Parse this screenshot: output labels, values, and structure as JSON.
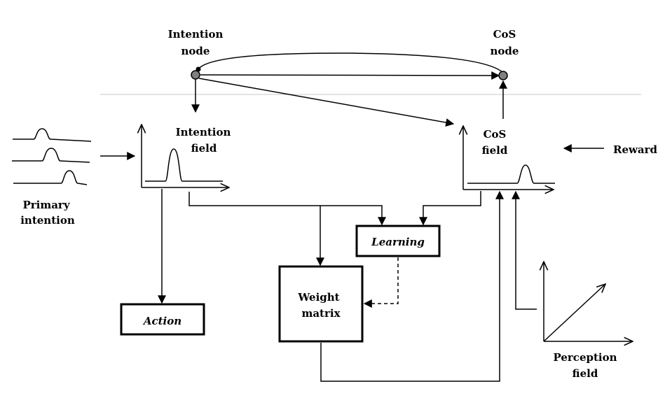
{
  "labels": {
    "intention_node_line1": "Intention",
    "intention_node_line2": "node",
    "cos_node_line1": "CoS",
    "cos_node_line2": "node",
    "intention_field_line1": "Intention",
    "intention_field_line2": "field",
    "cos_field_line1": "CoS",
    "cos_field_line2": "field",
    "reward": "Reward",
    "primary_intention_line1": "Primary",
    "primary_intention_line2": "intention",
    "perception_field_line1": "Perception",
    "perception_field_line2": "field"
  },
  "boxes": {
    "learning": "Learning",
    "action": "Action",
    "weight_matrix_line1": "Weight",
    "weight_matrix_line2": "matrix"
  },
  "colors": {
    "node_fill": "#808080",
    "divider": "#c8c8c8",
    "stroke": "#000000"
  }
}
